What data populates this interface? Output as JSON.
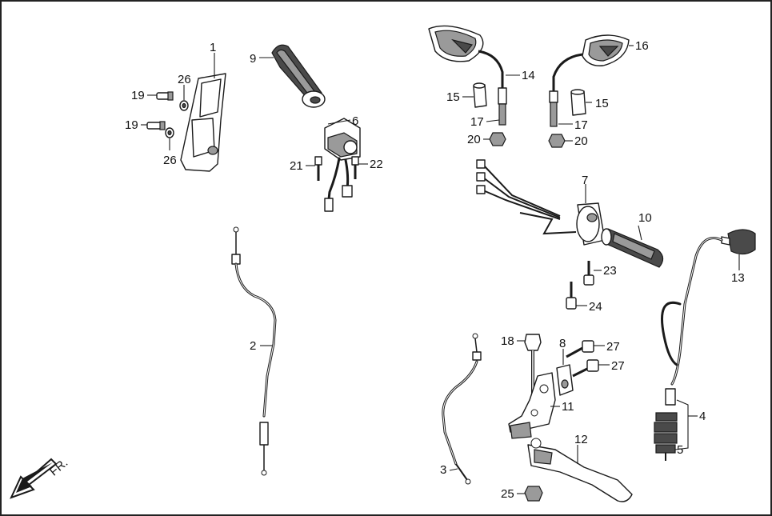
{
  "front_indicator": {
    "label": "FR.",
    "icon": "arrow-down-left-icon"
  },
  "callouts": {
    "c1": "1",
    "c2": "2",
    "c3": "3",
    "c4": "4",
    "c5": "5",
    "c6": "6",
    "c7": "7",
    "c8": "8",
    "c9": "9",
    "c10": "10",
    "c11": "11",
    "c12": "12",
    "c13": "13",
    "c14": "14",
    "c15a": "15",
    "c15b": "15",
    "c16": "16",
    "c17a": "17",
    "c17b": "17",
    "c19a": "19",
    "c19b": "19",
    "c20a": "20",
    "c20b": "20",
    "c21": "21",
    "c22": "22",
    "c23": "23",
    "c24": "24",
    "c25": "25",
    "c26a": "26",
    "c26b": "26",
    "c27a": "27",
    "c27b": "27",
    "c18": "18"
  },
  "colors": {
    "ink": "#1a1a1a",
    "frame": "#222222",
    "background": "#ffffff"
  }
}
